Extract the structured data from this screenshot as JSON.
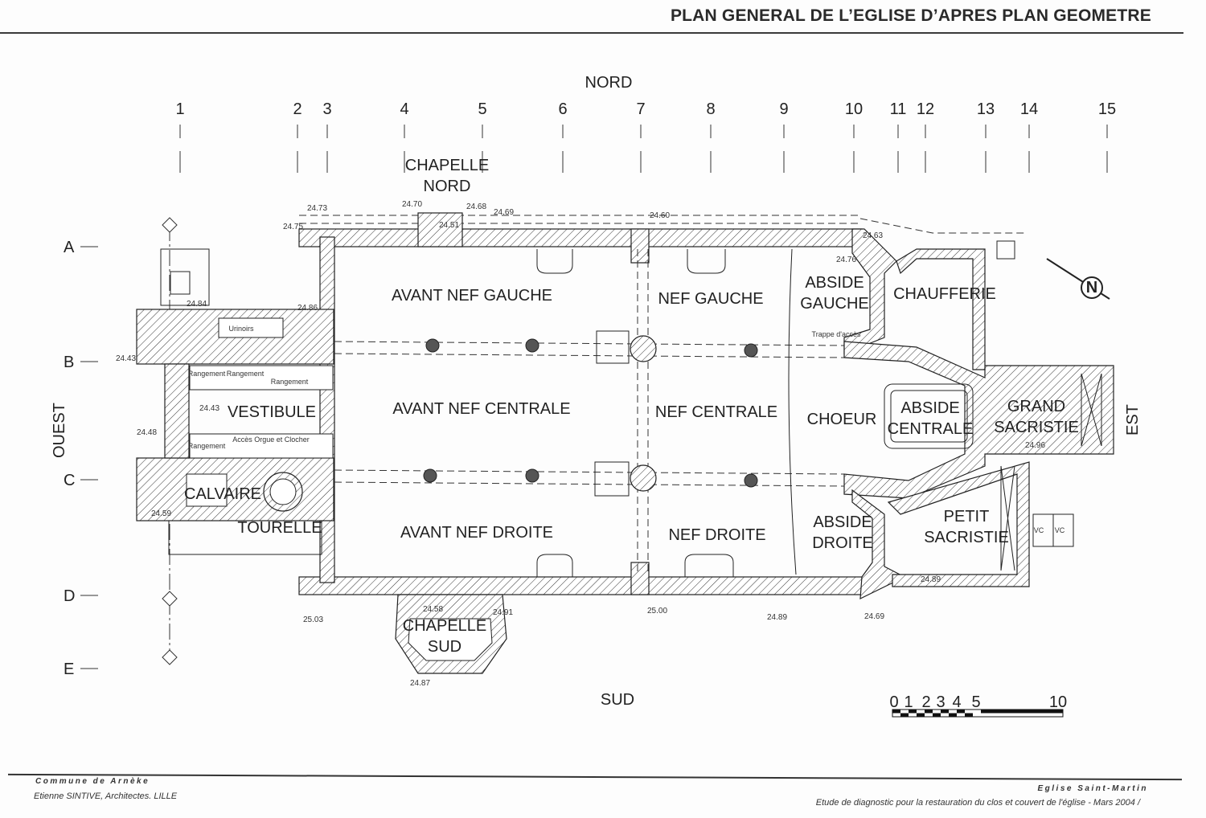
{
  "header": {
    "title": "PLAN GENERAL DE L’EGLISE D’APRES PLAN GEOMETRE"
  },
  "orientation": {
    "north": "NORD",
    "south": "SUD",
    "west": "OUEST",
    "east": "EST",
    "compass_letter": "N"
  },
  "grid_columns": [
    "1",
    "2",
    "3",
    "4",
    "5",
    "6",
    "7",
    "8",
    "9",
    "10",
    "11",
    "12",
    "13",
    "14",
    "15"
  ],
  "grid_rows": [
    "A",
    "B",
    "C",
    "D",
    "E"
  ],
  "rooms": {
    "chapelle_nord": [
      "CHAPELLE",
      "NORD"
    ],
    "avant_nef_gauche": "AVANT NEF GAUCHE",
    "nef_gauche": "NEF GAUCHE",
    "abside_gauche": [
      "ABSIDE",
      "GAUCHE"
    ],
    "chaufferie": "CHAUFFERIE",
    "vestibule": "VESTIBULE",
    "avant_nef_centrale": "AVANT NEF CENTRALE",
    "nef_centrale": "NEF CENTRALE",
    "choeur": "CHOEUR",
    "abside_centrale": [
      "ABSIDE",
      "CENTRALE"
    ],
    "grand_sacristie": [
      "GRAND",
      "SACRISTIE"
    ],
    "calvaire": "CALVAIRE",
    "tourelle": "TOURELLE",
    "avant_nef_droite": "AVANT NEF DROITE",
    "nef_droite": "NEF DROITE",
    "abside_droite": [
      "ABSIDE",
      "DROITE"
    ],
    "petit_sacristie": [
      "PETIT",
      "SACRISTIE"
    ],
    "chapelle_sud": [
      "CHAPELLE",
      "SUD"
    ]
  },
  "small_labels": {
    "urinoirs": "Urinoirs",
    "rangement": "Rangement",
    "acces_orgue": "Accès Orgue et Clocher",
    "trappe": "Trappe d'accès",
    "vc": "VC"
  },
  "elevations": [
    "24.73",
    "24.75",
    "24.70",
    "24.68",
    "24.69",
    "24.51",
    "24.60",
    "24.63",
    "24.76",
    "24.84",
    "24.86",
    "24.43",
    "24.43",
    "24.48",
    "24.59",
    "25.03",
    "24.58",
    "24.91",
    "25.00",
    "24.89",
    "24.69",
    "24.89",
    "24.87",
    "24.96"
  ],
  "scale_bar": {
    "labels": [
      "0",
      "1",
      "2",
      "3",
      "4",
      "5",
      "10"
    ]
  },
  "footer": {
    "commune": "Commune de Arnèke",
    "architect": "Etienne SINTIVE, Architectes. LILLE",
    "church": "Eglise Saint-Martin",
    "study": "Etude de diagnostic pour la restauration du clos et couvert de l'église - Mars 2004 /"
  }
}
